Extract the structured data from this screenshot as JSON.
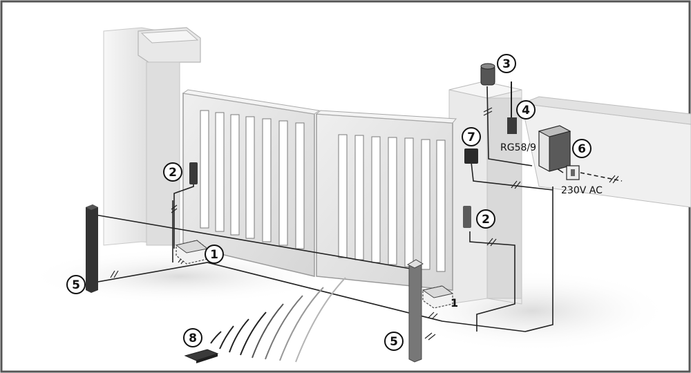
{
  "callouts": [
    {
      "id": "1",
      "label": "1"
    },
    {
      "id": "2a",
      "label": "2"
    },
    {
      "id": "2b",
      "label": "2"
    },
    {
      "id": "3",
      "label": "3"
    },
    {
      "id": "4",
      "label": "4"
    },
    {
      "id": "5a",
      "label": "5"
    },
    {
      "id": "5b",
      "label": "5"
    },
    {
      "id": "6",
      "label": "6"
    },
    {
      "id": "7",
      "label": "7"
    },
    {
      "id": "8",
      "label": "8"
    }
  ],
  "labels": {
    "cable_spec": "RG58/9",
    "power_supply": "230V AC",
    "second_motor_number": "1"
  },
  "colors": {
    "line": "#222222",
    "gate_fill": "#e6e6e6",
    "frame_border": "#555555",
    "shadow": "#d9d9d9"
  }
}
